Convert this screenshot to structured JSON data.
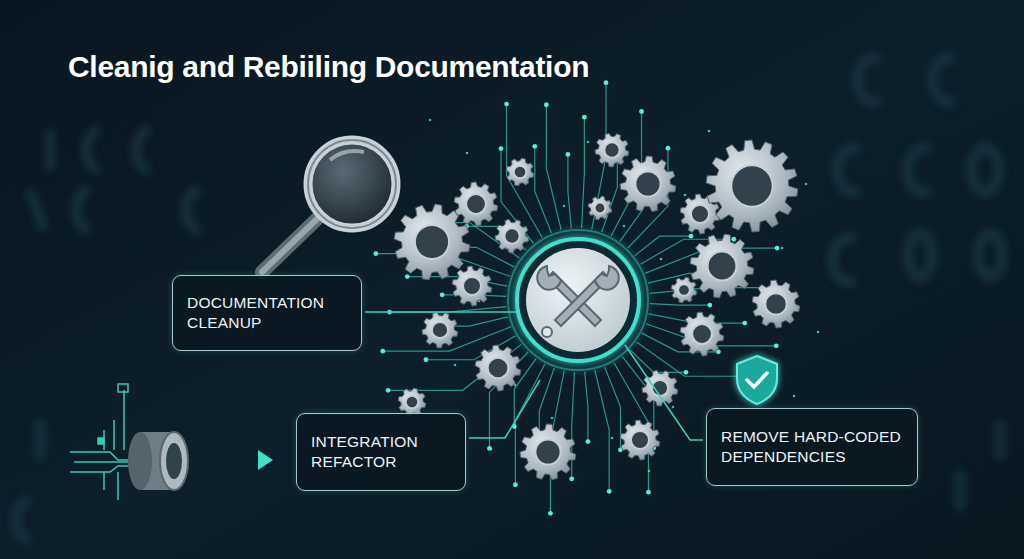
{
  "diagram": {
    "title": "Cleanig and Rebiiling Documentation",
    "nodes": [
      {
        "text": [
          "DOCUMENTATION CLEANUP"
        ]
      },
      {
        "text": [
          "INTEGRATION REFACTOR"
        ]
      },
      {
        "text": [
          "REMOVE HARD-CODED DEPENDENCIES"
        ]
      }
    ]
  }
}
